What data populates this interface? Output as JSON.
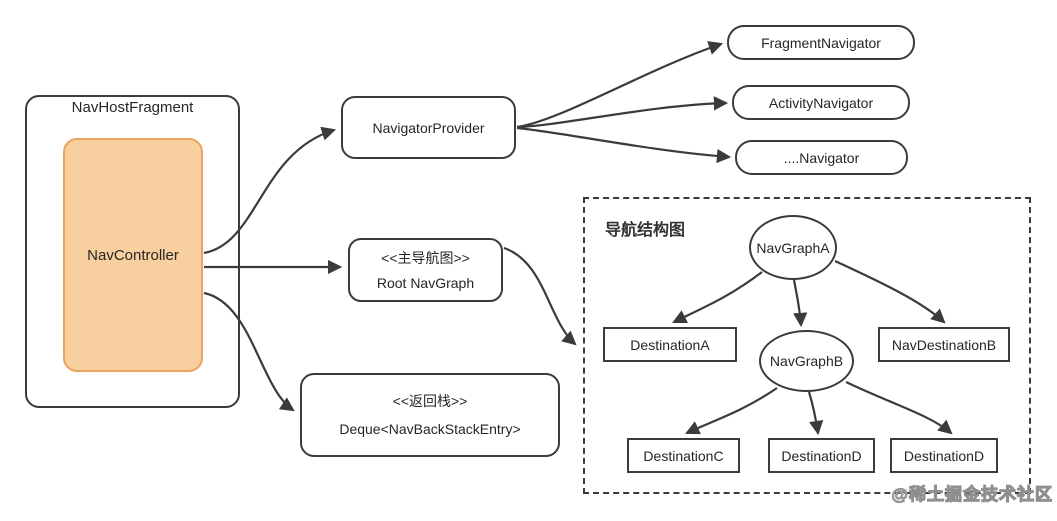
{
  "nodes": {
    "nav_host_fragment": "NavHostFragment",
    "nav_controller": "NavController",
    "navigator_provider": "NavigatorProvider",
    "fragment_navigator": "FragmentNavigator",
    "activity_navigator": "ActivityNavigator",
    "other_navigator": "....Navigator",
    "root_nav_graph": {
      "stereotype": "<<主导航图>>",
      "name": "Root NavGraph"
    },
    "back_stack": {
      "stereotype": "<<返回栈>>",
      "name": "Deque<NavBackStackEntry>"
    }
  },
  "nav_structure": {
    "title": "导航结构图",
    "nav_graph_a": "NavGraphA",
    "nav_graph_b": "NavGraphB",
    "destination_a": "DestinationA",
    "nav_destination_b": "NavDestinationB",
    "destination_c": "DestinationC",
    "destination_d1": "DestinationD",
    "destination_d2": "DestinationD"
  },
  "edges": [
    {
      "from": "NavController",
      "to": "NavigatorProvider"
    },
    {
      "from": "NavController",
      "to": "Root NavGraph"
    },
    {
      "from": "NavController",
      "to": "Deque<NavBackStackEntry>"
    },
    {
      "from": "NavigatorProvider",
      "to": "FragmentNavigator"
    },
    {
      "from": "NavigatorProvider",
      "to": "ActivityNavigator"
    },
    {
      "from": "NavigatorProvider",
      "to": "....Navigator"
    },
    {
      "from": "Root NavGraph",
      "to": "导航结构图"
    },
    {
      "from": "NavGraphA",
      "to": "DestinationA"
    },
    {
      "from": "NavGraphA",
      "to": "NavGraphB"
    },
    {
      "from": "NavGraphA",
      "to": "NavDestinationB"
    },
    {
      "from": "NavGraphB",
      "to": "DestinationC"
    },
    {
      "from": "NavGraphB",
      "to": "DestinationD"
    },
    {
      "from": "NavGraphB",
      "to": "DestinationD"
    }
  ],
  "watermark": "@稀土掘金技术社区",
  "colors": {
    "line": "#3b3b3b",
    "node_border": "#3b3b3b",
    "node_fill": "#ffffff",
    "controller_fill": "#f8cf9f",
    "controller_border": "#eca35e",
    "text": "#262626",
    "watermark_outline": "#8f8f8f"
  }
}
